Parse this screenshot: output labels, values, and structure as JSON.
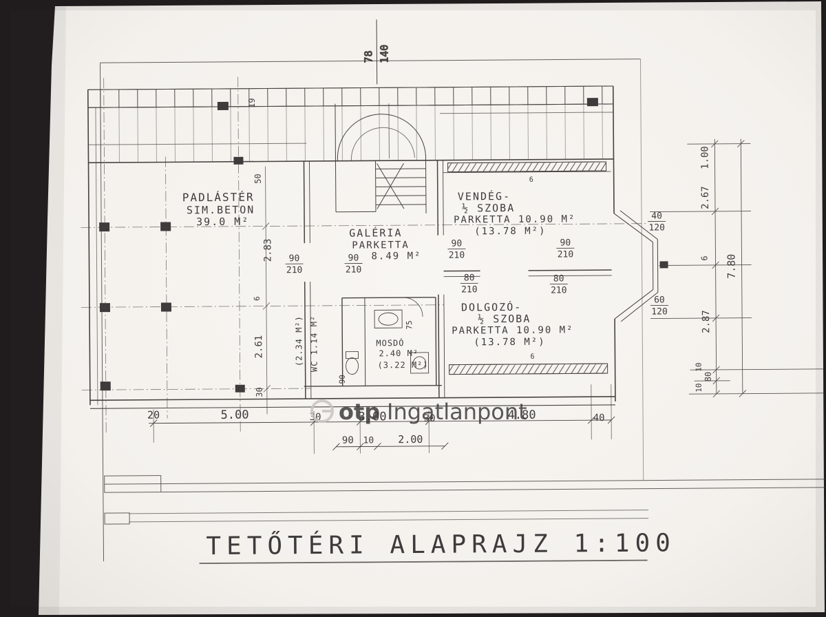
{
  "colors": {
    "photo_background": "#221d1f",
    "paper": "#f6f4f0",
    "ink": "#3e3b3c",
    "watermark": "#c9c4c0"
  },
  "title": "TETŐTÉRI ALAPRAJZ 1:100",
  "watermark": {
    "brand": "otp",
    "suffix": "Ingatlanpont"
  },
  "dims_top": {
    "v1": "78",
    "v2": "140"
  },
  "rooms": {
    "padlaster": {
      "l1": "PADLÁSTÉR",
      "l2": "SIM.BETON",
      "l3": "39.0 M²"
    },
    "galeria": {
      "l1": "GALÉRIA",
      "l2": "PARKETTA",
      "l3": "8.49 M²"
    },
    "vendeg": {
      "l1": "VENDÉG-",
      "l2": "½ SZOBA",
      "l3": "PARKETTA 10.90 M²",
      "l4": "(13.78 M²)"
    },
    "dolgozo": {
      "l1": "DOLGOZÓ-",
      "l2": "½ SZOBA",
      "l3": "PARKETTA 10.90 M²",
      "l4": "(13.78 M²)"
    },
    "mosdo": {
      "l1": "MOSDÓ",
      "l2": "2.40 M²",
      "l3": "(3.22 M²)"
    },
    "wc": {
      "l1": "WC 1.14 M²",
      "l2": "(2.34 M²)"
    }
  },
  "openings": {
    "door_90": {
      "w": "90",
      "h": "210"
    },
    "door_80": {
      "w": "80",
      "h": "210"
    },
    "window_top": {
      "w": "40",
      "h": "120"
    },
    "window_bottom": {
      "w": "60",
      "h": "120"
    }
  },
  "dims_bottom_row1": [
    "20",
    "5.00",
    "30",
    "3.00",
    "30",
    "4.80",
    "40"
  ],
  "dims_bottom_row2": [
    "90",
    "10",
    "2.00"
  ],
  "dims_right": [
    "1.00",
    "2.67",
    "6",
    "2.87",
    "10",
    "80",
    "10",
    "7.80"
  ],
  "dims_left_inner": [
    "50",
    "2.83",
    "6",
    "2.61",
    "30"
  ],
  "dims_misc": {
    "roof": "19",
    "m75": "75",
    "m90": "90",
    "m6a": "6",
    "m6b": "6"
  }
}
